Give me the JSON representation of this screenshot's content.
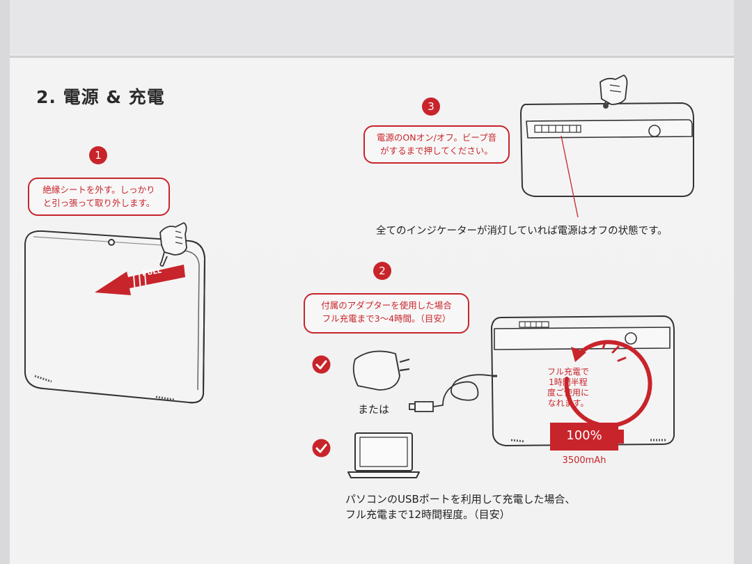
{
  "title": "2. 電源 & 充電",
  "steps": {
    "one": "1",
    "two": "2",
    "three": "3"
  },
  "bubbles": {
    "peel_line1": "絶縁シートを外す。しっかり",
    "peel_line2": "と引っ張って取り外します。",
    "power_line1": "電源のONオン/オフ。ビープ音",
    "power_line2": "がするまで押してください。",
    "adapter_line1": "付属のアダプターを使用した場合",
    "adapter_line2": "フル充電まで3～4時間。（目安）"
  },
  "indicator_note": "全てのインジケーターが消灯していれば電源はオフの状態です。",
  "pull_label": "PULL",
  "or_label": "または",
  "charge_ring": {
    "line1": "フル充電で",
    "line2": "1時間半程",
    "line3": "度ご使用に",
    "line4": "なれます。"
  },
  "battery": {
    "percent": "100%",
    "capacity": "3500mAh"
  },
  "pc_note": {
    "line1": "パソコンのUSBポートを利用して充電した場合、",
    "line2": "フル充電まで12時間程度。（目安）"
  },
  "colors": {
    "accent": "#c8242b",
    "ink": "#333333",
    "paper": "#f2f2f2"
  }
}
